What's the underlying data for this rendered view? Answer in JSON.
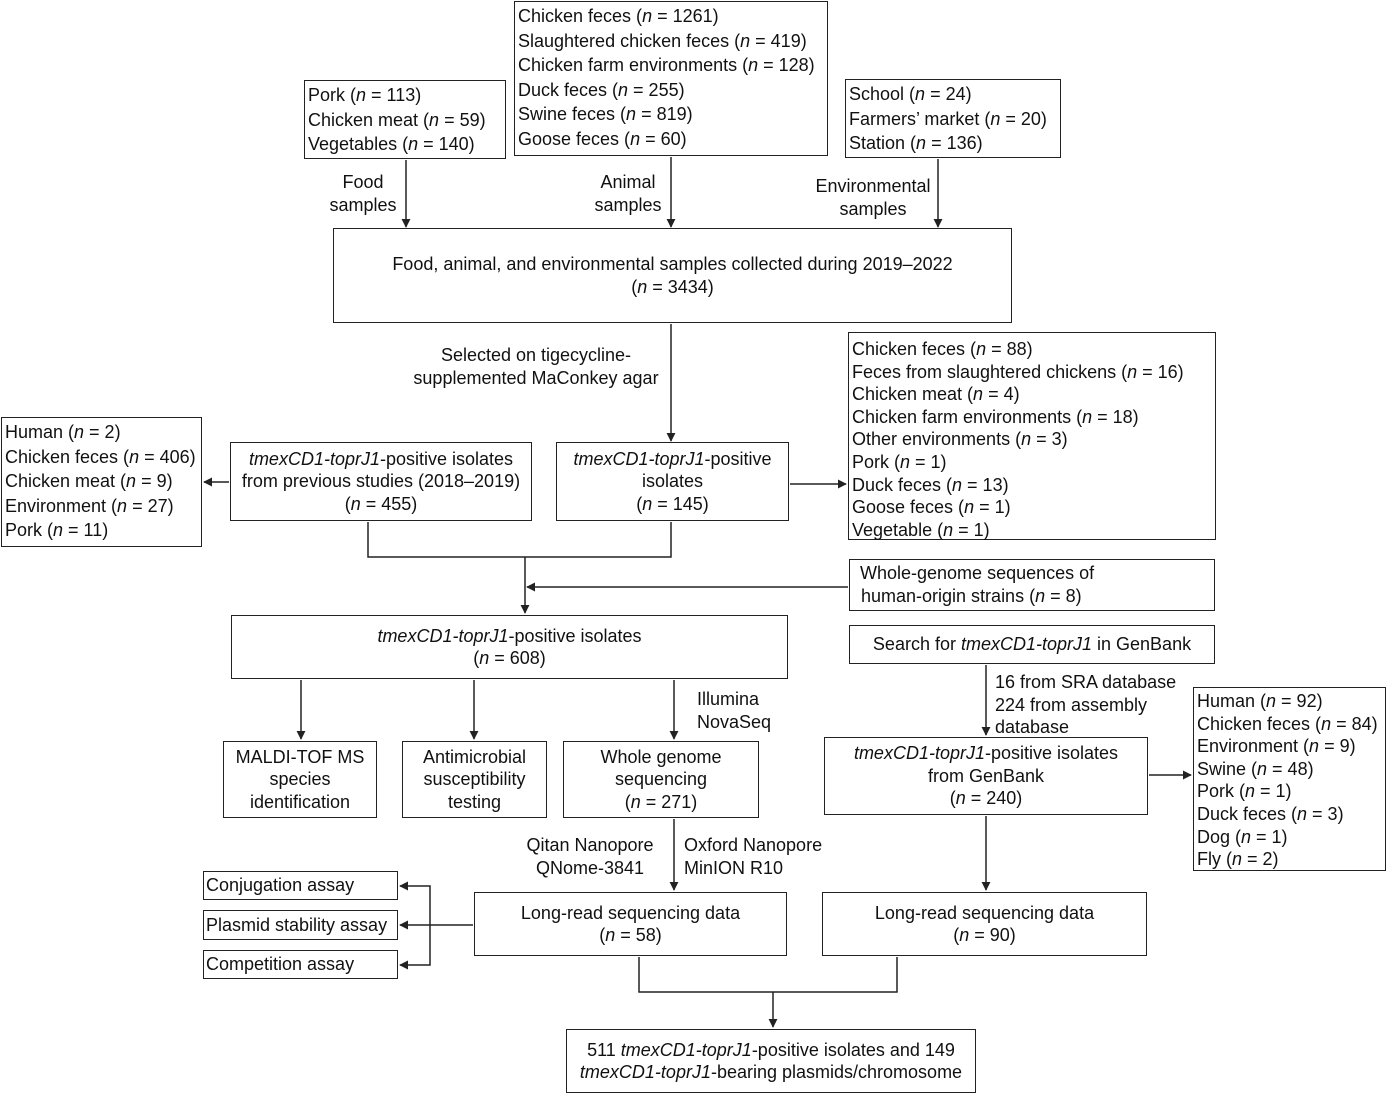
{
  "boxes": {
    "food_list": [
      "Pork (n = 113)",
      "Chicken meat (n = 59)",
      "Vegetables (n = 140)"
    ],
    "animal_list": [
      "Chicken feces (n = 1261)",
      "Slaughtered chicken feces (n = 419)",
      "Chicken farm environments (n = 128)",
      "Duck feces (n = 255)",
      "Swine feces (n = 819)",
      "Goose feces (n = 60)"
    ],
    "env_list": [
      "School (n = 24)",
      "Farmers’ market (n = 20)",
      "Station (n = 136)"
    ],
    "collected": {
      "line1": "Food, animal, and environmental samples collected during 2019–2022",
      "line2": "(n = 3434)"
    },
    "human_list": [
      "Human (n = 2)",
      "Chicken feces (n = 406)",
      "Chicken meat (n = 9)",
      "Environment (n = 27)",
      "Pork (n = 11)"
    ],
    "previous": {
      "gene": "tmexCD1-toprJ1",
      "line1_suffix": "-positive isolates",
      "line2": "from previous studies (2018–2019)",
      "line3": "(n = 455)"
    },
    "positive145": {
      "gene": "tmexCD1-toprJ1",
      "line1_suffix": "-positive",
      "line2": "isolates",
      "line3": "(n = 145)"
    },
    "source145_list": [
      "Chicken feces (n = 88)",
      "Feces from slaughtered chickens  (n = 16)",
      "Chicken meat (n = 4)",
      "Chicken farm environments (n = 18)",
      "Other environments (n = 3)",
      "Pork (n = 1)",
      "Duck feces (n = 13)",
      "Goose feces (n = 1)",
      "Vegetable (n = 1)"
    ],
    "wgs_human": {
      "line1": "Whole-genome sequences of",
      "line2": "human-origin strains (n = 8)"
    },
    "positive608": {
      "gene": "tmexCD1-toprJ1",
      "line1_suffix": "-positive isolates",
      "line2": "(n = 608)"
    },
    "genbank_search": {
      "prefix": "Search for ",
      "gene": "tmexCD1-toprJ1",
      "suffix": " in GenBank"
    },
    "maldi": {
      "line1": "MALDI-TOF MS",
      "line2": "species",
      "line3": "identification"
    },
    "ast": {
      "line1": "Antimicrobial",
      "line2": "susceptibility",
      "line3": "testing"
    },
    "wgs271": {
      "line1": "Whole genome",
      "line2": "sequencing",
      "line3": "(n = 271)"
    },
    "genbank240": {
      "gene": "tmexCD1-toprJ1",
      "line1_suffix": "-positive isolates",
      "line2": "from  GenBank",
      "line3": "(n = 240)"
    },
    "genbank_sources": [
      "Human (n = 92)",
      "Chicken feces (n = 84)",
      "Environment (n = 9)",
      "Swine (n = 48)",
      "Pork (n = 1)",
      "Duck feces (n = 3)",
      "Dog (n = 1)",
      "Fly (n = 2)"
    ],
    "conjugation": "Conjugation assay",
    "stability": "Plasmid stability assay",
    "competition": "Competition assay",
    "longread58": {
      "line1": "Long-read sequencing data",
      "line2": "(n = 58)"
    },
    "longread90": {
      "line1": "Long-read  sequencing data",
      "line2": "(n = 90)"
    },
    "final": {
      "num1": "511 ",
      "gene": "tmexCD1-toprJ1",
      "line1_suffix": "-positive isolates and 149",
      "line2_suffix": "-bearing plasmids/chromosome"
    }
  },
  "labels": {
    "food": [
      "Food",
      "samples"
    ],
    "animal": [
      "Animal",
      "samples"
    ],
    "environmental": [
      "Environmental",
      "samples"
    ],
    "selected": [
      "Selected on tigecycline-",
      "supplemented MaConkey agar"
    ],
    "illumina": [
      "Illumina",
      "NovaSeq"
    ],
    "sra": [
      "16 from SRA database",
      "224 from assembly",
      "database"
    ],
    "qitan": [
      "Qitan Nanopore",
      "QNome-3841"
    ],
    "oxford": [
      "Oxford Nanopore",
      "MinION R10"
    ]
  }
}
